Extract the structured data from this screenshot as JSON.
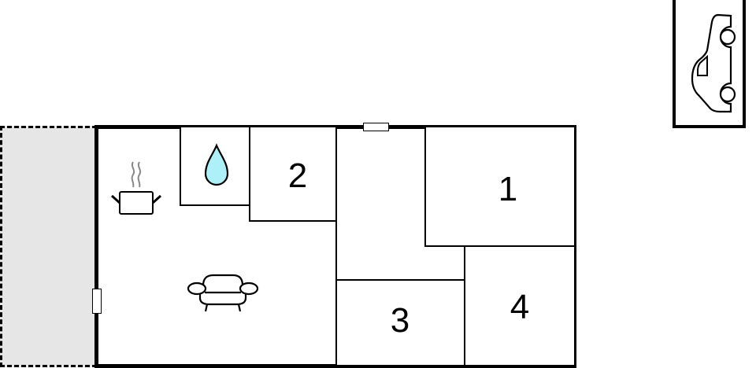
{
  "floorplan": {
    "title": "",
    "colors": {
      "wall": "#000000",
      "terrace_fill": "#e6e6e6",
      "water_drop_fill": "#aef0f8",
      "steam": "#888888"
    },
    "rooms": [
      {
        "id": "bedroom-1",
        "label": "1"
      },
      {
        "id": "bedroom-2",
        "label": "2"
      },
      {
        "id": "bedroom-3",
        "label": "3"
      },
      {
        "id": "bedroom-4",
        "label": "4"
      }
    ],
    "areas": [
      {
        "id": "terrace",
        "style": "dashed-grey"
      },
      {
        "id": "kitchen",
        "icon": "cooking-pot-icon"
      },
      {
        "id": "bathroom",
        "icon": "water-drop-icon"
      },
      {
        "id": "living-room",
        "icon": "sofa-icon"
      },
      {
        "id": "hallway"
      },
      {
        "id": "parking",
        "icon": "car-icon"
      }
    ]
  }
}
